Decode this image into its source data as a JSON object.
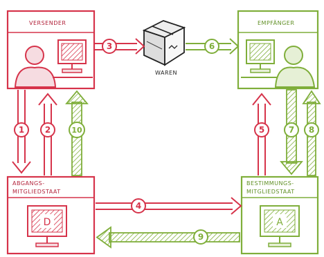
{
  "colors": {
    "red": "#d6334a",
    "green": "#7fae3a",
    "red_fill": "#f6dce1",
    "green_fill": "#e6f0d6",
    "text_red": "#b2223a",
    "text_green": "#5f8f24"
  },
  "nodes": {
    "sender": {
      "label": "VERSENDER"
    },
    "receiver": {
      "label": "EMPFÄNGER"
    },
    "origin_state": {
      "line1": "ABGANGS-",
      "line2": "MITGLIEDSTAAT",
      "screen_letter": "D"
    },
    "destination_state": {
      "line1": "BESTIMMUNGS-",
      "line2": "MITGLIEDSTAAT",
      "screen_letter": "A"
    },
    "goods": {
      "label": "WAREN"
    }
  },
  "flows": {
    "f1": "1",
    "f2": "2",
    "f3": "3",
    "f4": "4",
    "f5": "5",
    "f6": "6",
    "f7": "7",
    "f8": "8",
    "f9": "9",
    "f10": "10"
  }
}
